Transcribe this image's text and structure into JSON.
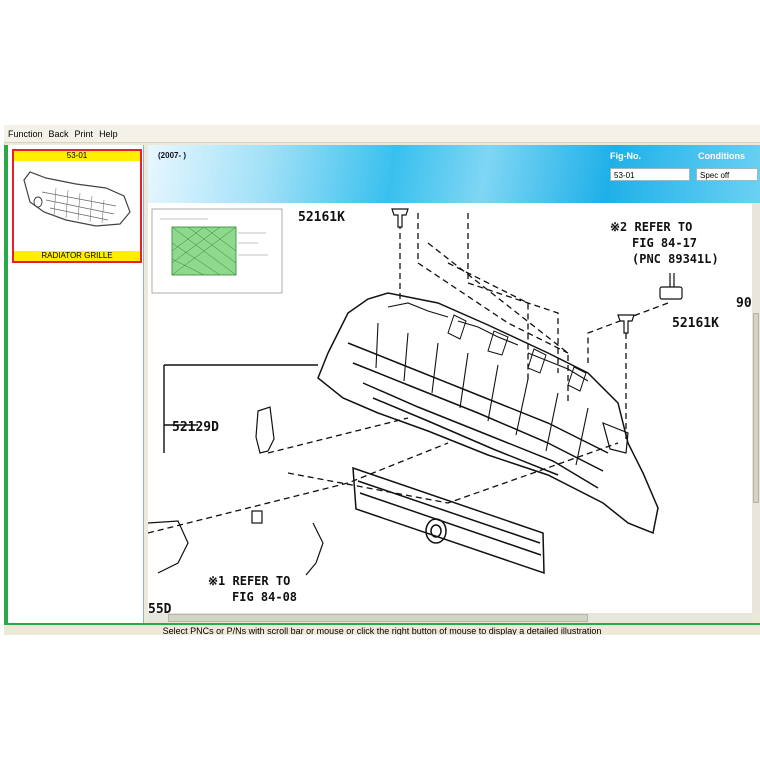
{
  "menu": [
    "Function",
    "Back",
    "Print",
    "Help"
  ],
  "thumbnail": {
    "fig": "53-01",
    "caption": "RADIATOR GRILLE"
  },
  "header": {
    "range": "(2007-    )",
    "fig_label": "Fig-No.",
    "fig_value": "53-01",
    "conditions_label": "Conditions",
    "conditions_value": "Spec off"
  },
  "callouts": {
    "c52161k_top": "52161K",
    "c52161k_right": "52161K",
    "c52129d": "52129D",
    "c90": "90",
    "c55d": "55D",
    "ref2_l1": "※2 REFER TO",
    "ref2_l2": "FIG 84-17",
    "ref2_l3": "(PNC 89341L)",
    "ref1_l1": "※1 REFER TO",
    "ref1_l2": "FIG 84-08"
  },
  "status": "Select PNCs or P/Ns with scroll bar or mouse or click the right button of mouse to display a detailed illustration"
}
